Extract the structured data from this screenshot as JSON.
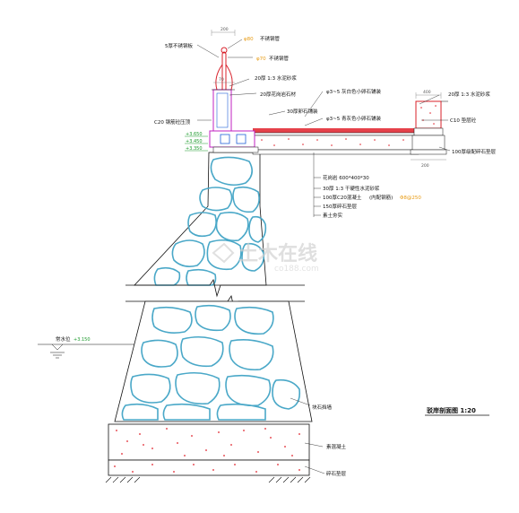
{
  "drawing": {
    "title": "驳岸剖面图 1:20",
    "railing_labels": {
      "ball": "φ80",
      "ball_note": "不锈钢管",
      "pipe": "φ70",
      "pipe_note": "不锈钢管",
      "post": "5厚不锈钢板",
      "mortar": "20厚 1:3 水泥砂浆",
      "brick": "20厚花岗岩石材",
      "curb": "C20 钢筋砼压顶"
    },
    "paving_labels": {
      "pebble": "30厚卵石铺装",
      "wall_cap_top": "φ3~5 灰白色小卵石铺装",
      "wall_cap_bottom": "φ3~5 青灰色小卵石铺装",
      "wall_mortar": "20厚 1:3 水泥砂浆",
      "wall_concrete": "C10 垫层砼",
      "wall_base": "100厚级配碎石垫层"
    },
    "layers": [
      "花岗岩 600*400*30",
      "30厚 1:3 干硬性水泥砂浆",
      "100厚C20混凝土",
      "150厚碎石垫层",
      "素土夯实"
    ],
    "layer_note": "(内配钢筋)",
    "layer_note_orange": "Φ8@250",
    "dims_top": [
      "200",
      "70",
      "400",
      "200"
    ],
    "elev_left": [
      "+3.650",
      "+3.450",
      "+3.350"
    ],
    "water_label": "常水位",
    "water_elev": "+3.150",
    "foundation_labels": {
      "wall": "块石挡墙",
      "footing": "素混凝土",
      "base": "碎石垫层"
    },
    "watermark": "土木在线",
    "watermark_url": "co188.com",
    "colors": {
      "line": "#111111",
      "stone": "#4aa8c8",
      "concrete_dot": "#e0202a",
      "accent": "#e89a10",
      "elev": "#1c9a2c",
      "rail": "#d8202a",
      "purple": "#c020c0"
    }
  }
}
